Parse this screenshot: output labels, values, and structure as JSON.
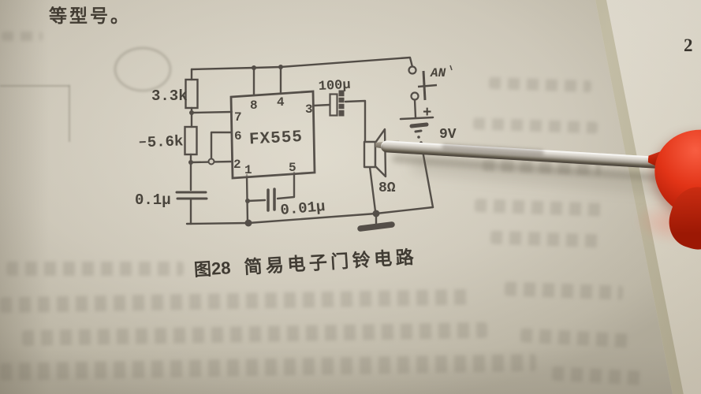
{
  "page": {
    "heading_text": "等型号。",
    "page_number": "2",
    "caption": {
      "figure_label": "图28",
      "title": "简易电子门铃电路"
    }
  },
  "schematic": {
    "ic": {
      "label": "FX555",
      "pins": {
        "p1": "1",
        "p2": "2",
        "p3": "3",
        "p4": "4",
        "p5": "5",
        "p6": "6",
        "p7": "7",
        "p8": "8"
      }
    },
    "labels": {
      "r1": "3.3k",
      "r2": "5.6k",
      "c1": "0.1μ",
      "c2": "0.01μ",
      "c3": "100μ",
      "switch": "AN",
      "battery_plus": "+",
      "battery_voltage": "9V",
      "speaker_impedance": "8Ω"
    }
  },
  "photo": {
    "objects": {
      "pointer": "screwdriver"
    },
    "colors": {
      "paper": "#d6d0c1",
      "ink": "#3b362e",
      "handle_red": "#d12c12",
      "shaft_metal": "#aba59a",
      "page_edge": "#a89f83"
    }
  }
}
